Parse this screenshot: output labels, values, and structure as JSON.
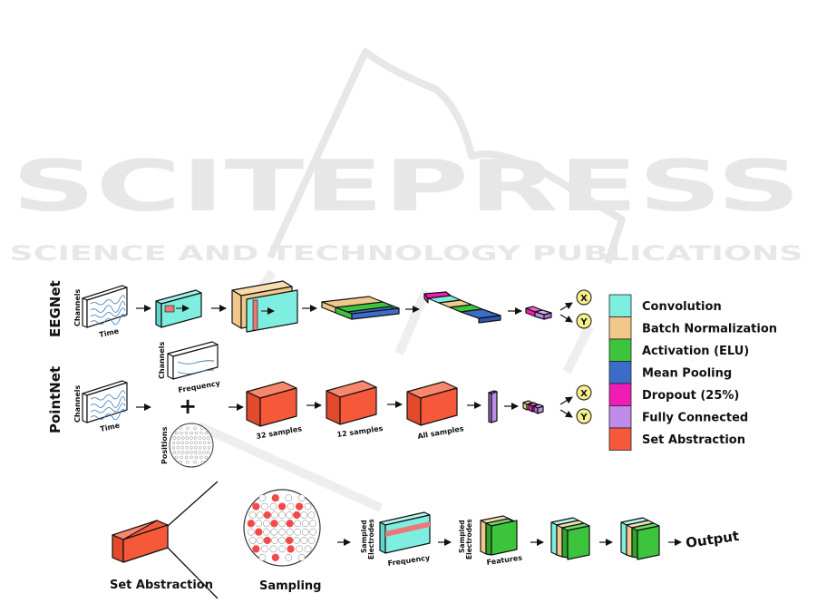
{
  "watermark": {
    "title": "SCITEPRESS",
    "subtitle": "SCIENCE AND TECHNOLOGY PUBLICATIONS"
  },
  "colors": {
    "convolution": "#7eeee0",
    "batch_normalization": "#f2c88a",
    "activation": "#3cc43c",
    "mean_pooling": "#3b6cc8",
    "dropout": "#f01cb4",
    "fully_connected": "#c08ae8",
    "set_abstraction": "#f5593a",
    "kernel": "#ee7878",
    "output_node": "#f5f08a",
    "signal": "#3a7ab8",
    "sampled_electrode": "#f24a4a"
  },
  "eegnet": {
    "row_label": "EEGNet",
    "input": {
      "y_label": "Channels",
      "x_label": "Time"
    },
    "outputs": [
      "X",
      "Y"
    ]
  },
  "pointnet": {
    "row_label": "PointNet",
    "input": {
      "y_label": "Channels",
      "x_label": "Time"
    },
    "spectrum": {
      "y_label": "Channels",
      "x_label": "Frequency"
    },
    "plus": "+",
    "positions": {
      "label": "Positions"
    },
    "stages": [
      "32 samples",
      "12 samples",
      "All samples"
    ],
    "outputs": [
      "X",
      "Y"
    ]
  },
  "legend": {
    "items": [
      {
        "label": "Convolution",
        "key": "convolution"
      },
      {
        "label": "Batch Normalization",
        "key": "batch_normalization"
      },
      {
        "label": "Activation (ELU)",
        "key": "activation"
      },
      {
        "label": "Mean Pooling",
        "key": "mean_pooling"
      },
      {
        "label": "Dropout (25%)",
        "key": "dropout"
      },
      {
        "label": "Fully Connected",
        "key": "fully_connected"
      },
      {
        "label": "Set Abstraction",
        "key": "set_abstraction"
      }
    ]
  },
  "set_abstraction_detail": {
    "block_label": "Set Abstraction",
    "sampling_label": "Sampling",
    "freq_block": {
      "y_label_1": "Sampled",
      "y_label_2": "Electrodes",
      "x_label": "Frequency"
    },
    "feat_block": {
      "y_label_1": "Sampled",
      "y_label_2": "Electrodes",
      "x_label": "Features"
    },
    "output_label": "Output"
  }
}
